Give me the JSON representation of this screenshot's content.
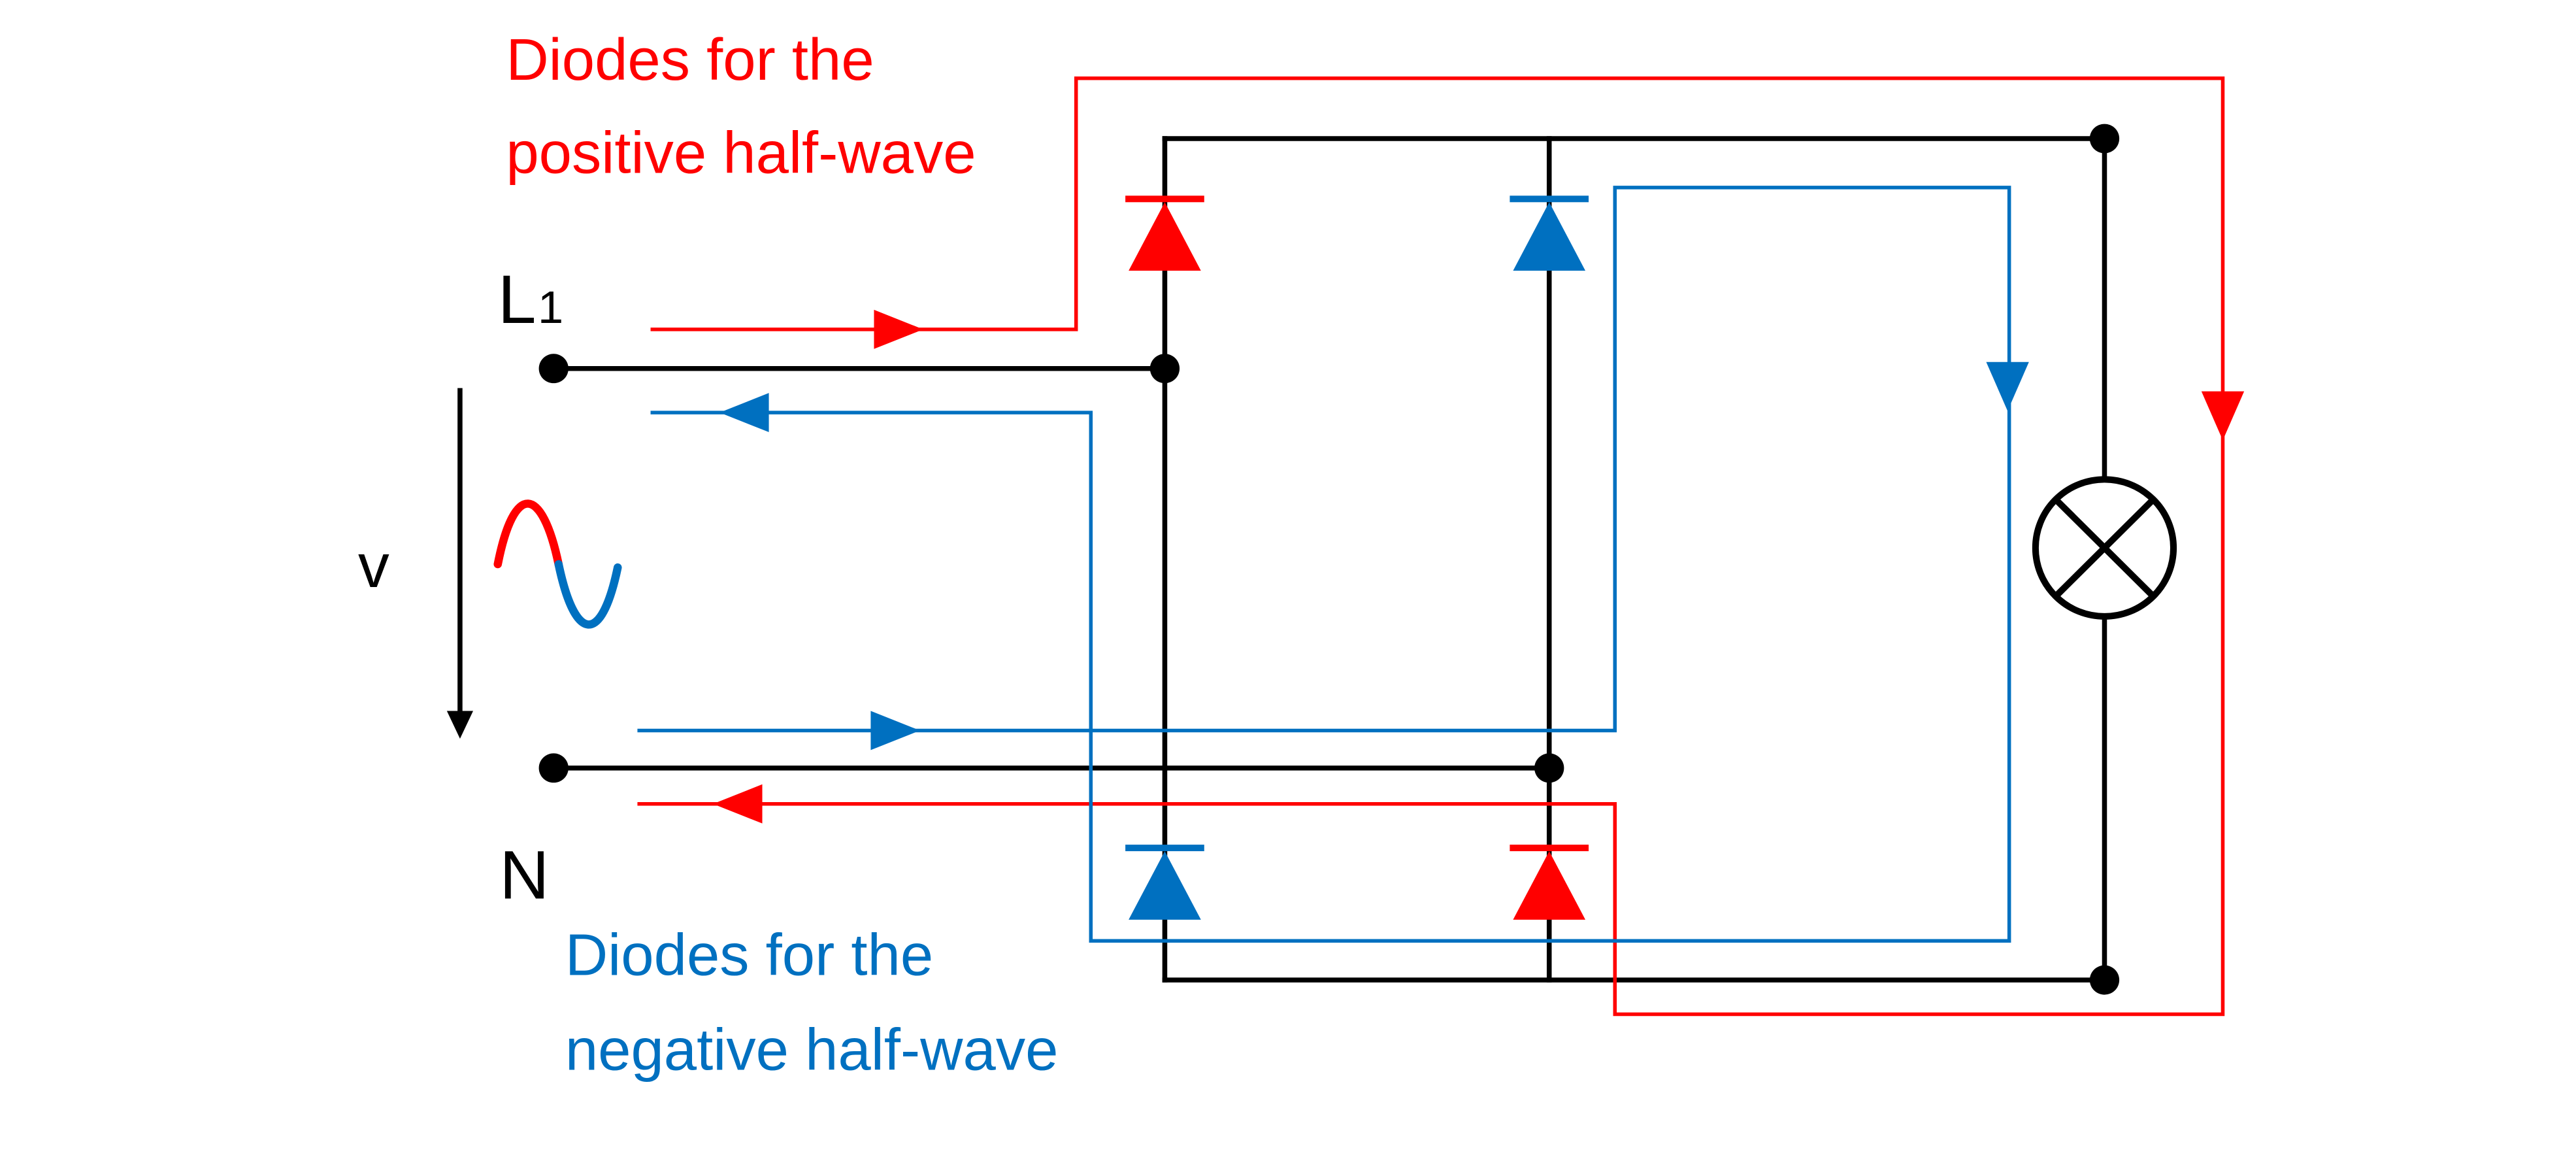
{
  "labels": {
    "positive_line1": "Diodes for the",
    "positive_line2": "positive half-wave",
    "negative_line1": "Diodes for the",
    "negative_line2": "negative half-wave",
    "terminal_l": "L",
    "terminal_l_sub": "1",
    "terminal_n": "N",
    "voltage": "v"
  },
  "colors": {
    "wire": "#000000",
    "positive": "#ff0000",
    "negative": "#0070c0"
  },
  "components": {
    "source": "ac-sine-source",
    "load": "lamp",
    "rectifier": "diode-bridge"
  }
}
